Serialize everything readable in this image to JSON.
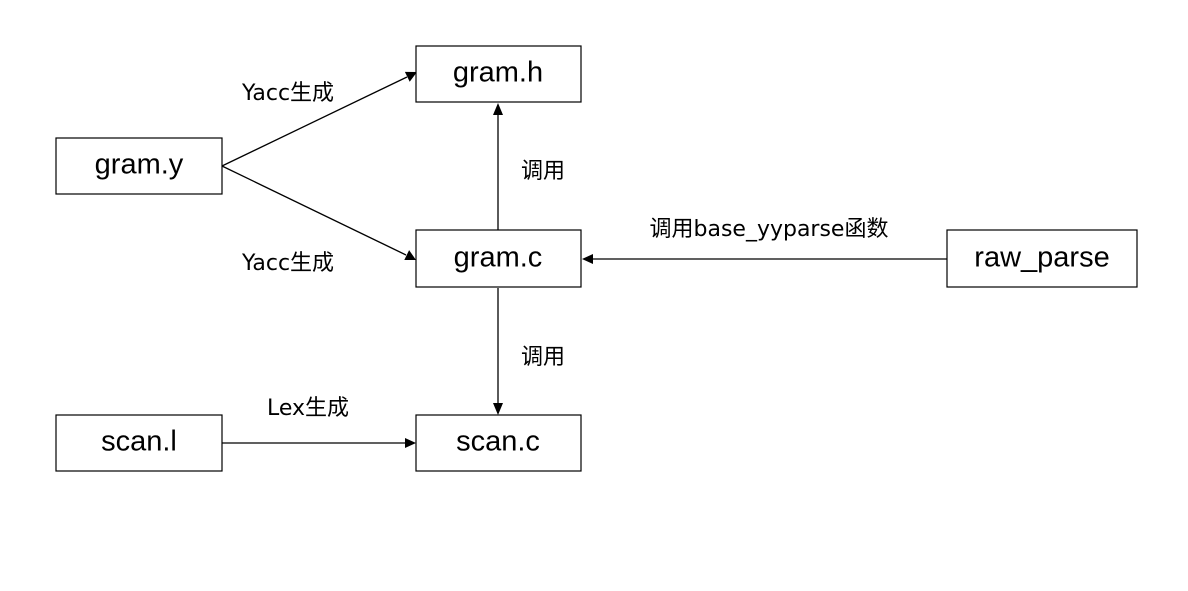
{
  "nodes": {
    "gram_y": "gram.y",
    "gram_h": "gram.h",
    "gram_c": "gram.c",
    "scan_l": "scan.l",
    "scan_c": "scan.c",
    "raw_parse": "raw_parse"
  },
  "edges": {
    "gram_y_to_gram_h": "Yacc生成",
    "gram_y_to_gram_c": "Yacc生成",
    "gram_c_to_gram_h": "调用",
    "gram_c_to_scan_c": "调用",
    "scan_l_to_scan_c": "Lex生成",
    "raw_parse_to_gram_c": "调用base_yyparse函数"
  }
}
